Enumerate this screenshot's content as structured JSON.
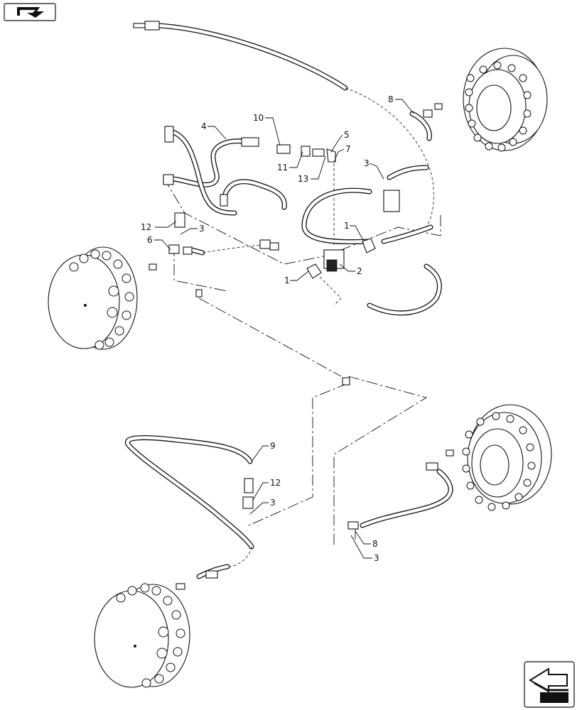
{
  "callouts": [
    {
      "id": "c10",
      "text": "10"
    },
    {
      "id": "c4",
      "text": "4"
    },
    {
      "id": "c5",
      "text": "5"
    },
    {
      "id": "c7",
      "text": "7"
    },
    {
      "id": "c3a",
      "text": "3"
    },
    {
      "id": "c11",
      "text": "11"
    },
    {
      "id": "c13",
      "text": "13"
    },
    {
      "id": "c8a",
      "text": "8"
    },
    {
      "id": "c12a",
      "text": "12"
    },
    {
      "id": "c3b",
      "text": "3"
    },
    {
      "id": "c6",
      "text": "6"
    },
    {
      "id": "c1a",
      "text": "1"
    },
    {
      "id": "c2",
      "text": "2"
    },
    {
      "id": "c1b",
      "text": "1"
    },
    {
      "id": "c9",
      "text": "9"
    },
    {
      "id": "c12b",
      "text": "12"
    },
    {
      "id": "c3c",
      "text": "3"
    },
    {
      "id": "c8b",
      "text": "8"
    },
    {
      "id": "c3d",
      "text": "3"
    }
  ],
  "nav": {
    "top_button_icon": "page-turn-arrow-icon",
    "bottom_button_icon": "back-arrow-icon"
  },
  "colors": {
    "ink": "#111111",
    "paper": "#ffffff"
  }
}
